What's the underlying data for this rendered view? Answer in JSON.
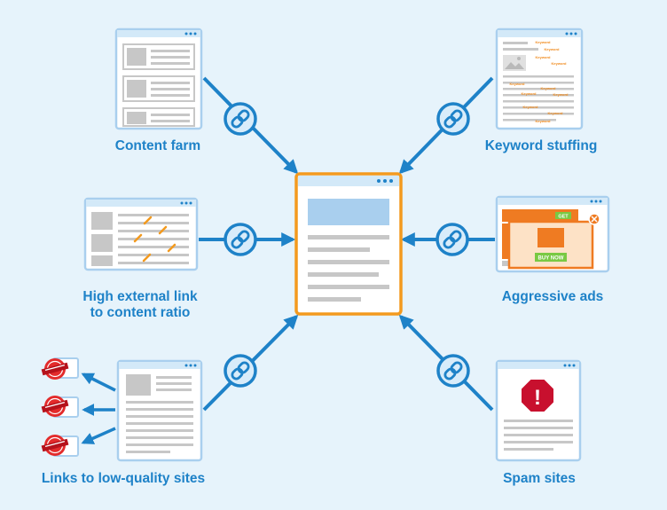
{
  "nodes": {
    "content_farm": {
      "label": "Content farm"
    },
    "keyword_stuffing": {
      "label": "Keyword stuffing",
      "keyword_tag": "Keyword"
    },
    "high_external": {
      "label_line1": "High external link",
      "label_line2": "to content ratio"
    },
    "aggressive_ads": {
      "label": "Aggressive ads",
      "btn_get": "GET",
      "btn_buy": "BUY NOW"
    },
    "low_quality_links": {
      "label": "Links to low-quality sites"
    },
    "spam_sites": {
      "label": "Spam sites",
      "warning_symbol": "!"
    }
  },
  "colors": {
    "background": "#e6f3fb",
    "accent_blue": "#1e82c8",
    "center_border": "#f39a1e",
    "ad_orange": "#ef7b22",
    "spam_red": "#c8102e",
    "link_badge_fill": "#d8ecfa"
  },
  "icons": [
    "chain-link-icon",
    "arrow-icon",
    "stop-sign-icon",
    "spam-stamp-icon",
    "close-icon"
  ]
}
